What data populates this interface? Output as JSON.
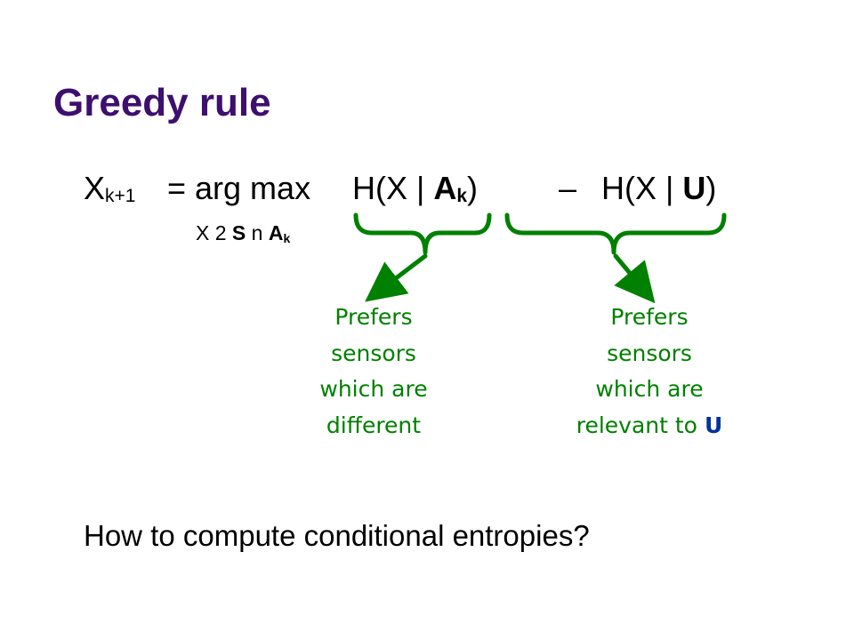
{
  "colors": {
    "title": "#3d0f6e",
    "annotation": "#008000",
    "text": "#000000",
    "background": "#ffffff"
  },
  "title": "Greedy rule",
  "equation": {
    "lhs_var": "X",
    "lhs_sub": "k+1",
    "op": "= arg max",
    "term1_open": "H(X | ",
    "term1_set": "A",
    "term1_set_sub": "k",
    "term1_close": ")",
    "minus": "–",
    "term2_open": "H(X | ",
    "term2_set": "U",
    "term2_close": ")",
    "constraint_pre": "X 2 ",
    "constraint_S": "S",
    "constraint_mid": " n ",
    "constraint_A": "A",
    "constraint_A_sub": "k"
  },
  "annotations": [
    {
      "lines": [
        "Prefers",
        "sensors",
        "which are",
        "different"
      ]
    },
    {
      "lines": [
        "Prefers",
        "sensors",
        "which are",
        "relevant to "
      ],
      "bold_suffix": "U"
    }
  ],
  "question": "How to compute conditional entropies?"
}
